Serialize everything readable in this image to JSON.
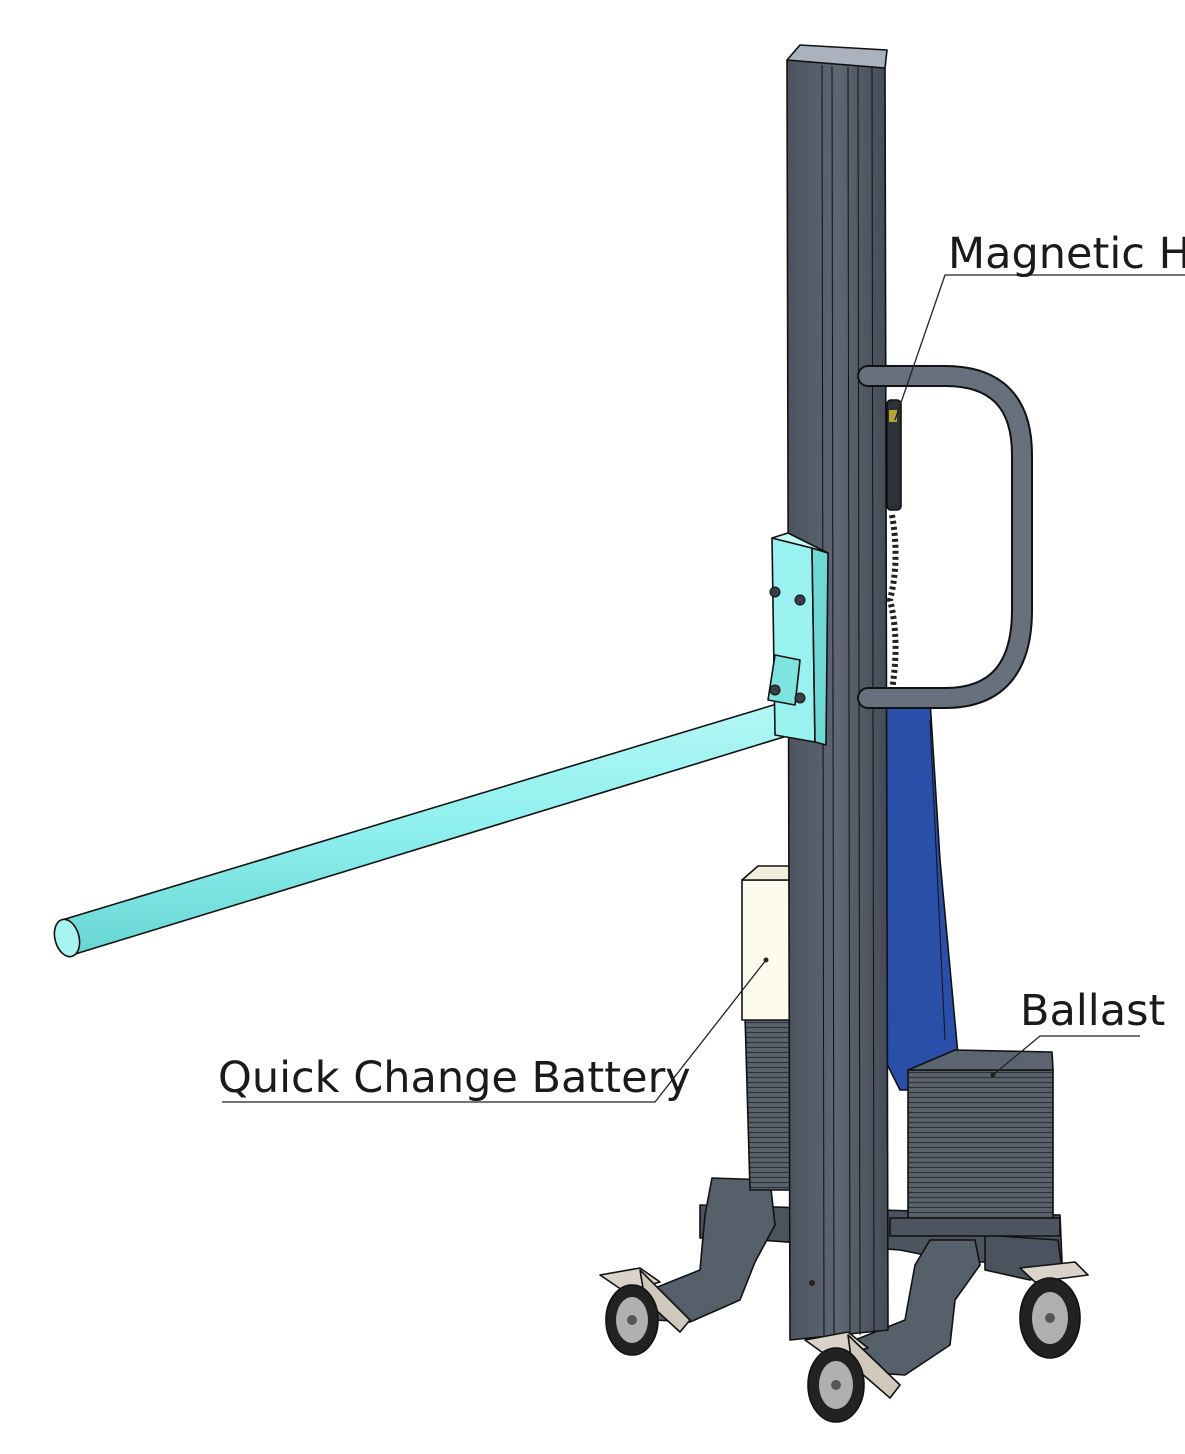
{
  "labels": {
    "magnetic": "Magnetic Ho",
    "battery": "Quick Change Battery",
    "ballast": "Ballast"
  },
  "colors": {
    "mast": "#545d69",
    "mast_dark": "#3e4650",
    "mast_light": "#6c7581",
    "arm": "#8ff0ee",
    "arm_dark": "#5fcfcc",
    "battery": "#fdfbee",
    "blue": "#2a4fa8",
    "wheel": "#9a9a9a"
  }
}
